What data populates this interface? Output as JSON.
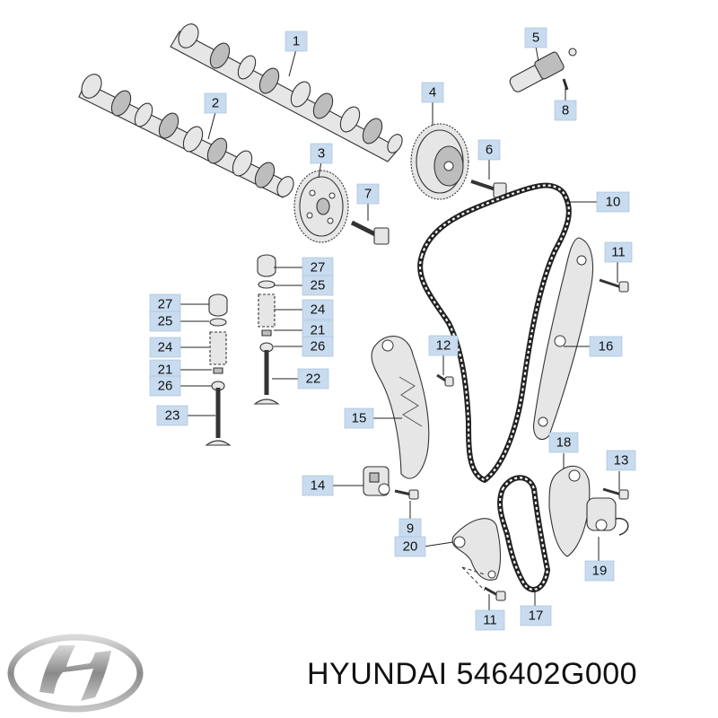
{
  "callouts": [
    {
      "label": "1"
    },
    {
      "label": "2"
    },
    {
      "label": "3"
    },
    {
      "label": "4"
    },
    {
      "label": "5"
    },
    {
      "label": "6"
    },
    {
      "label": "7"
    },
    {
      "label": "8"
    },
    {
      "label": "10"
    },
    {
      "label": "11"
    },
    {
      "label": "27"
    },
    {
      "label": "25"
    },
    {
      "label": "24"
    },
    {
      "label": "21"
    },
    {
      "label": "26"
    },
    {
      "label": "22"
    },
    {
      "label": "27"
    },
    {
      "label": "25"
    },
    {
      "label": "24"
    },
    {
      "label": "21"
    },
    {
      "label": "26"
    },
    {
      "label": "23"
    },
    {
      "label": "12"
    },
    {
      "label": "16"
    },
    {
      "label": "15"
    },
    {
      "label": "18"
    },
    {
      "label": "13"
    },
    {
      "label": "14"
    },
    {
      "label": "9"
    },
    {
      "label": "20"
    },
    {
      "label": "19"
    },
    {
      "label": "11"
    },
    {
      "label": "17"
    }
  ],
  "footer": {
    "brand_text": "HYUNDAI 546402G000"
  },
  "colors": {
    "callout_fill": "#c9dcef",
    "part_fill": "#e6e6e6",
    "logo_silver": "#9a9a9a"
  }
}
